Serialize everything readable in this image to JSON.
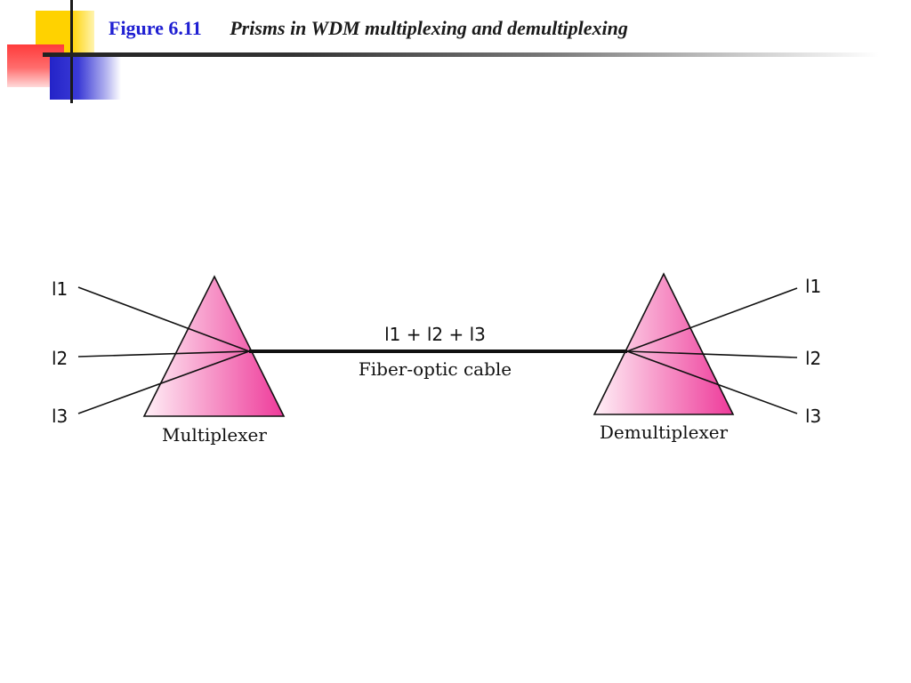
{
  "title": {
    "figure_number": "Figure 6.11",
    "caption": "Prisms in WDM multiplexing and demultiplexing"
  },
  "diagram": {
    "left_inputs": [
      "l1",
      "l2",
      "l3"
    ],
    "right_outputs": [
      "l1",
      "l2",
      "l3"
    ],
    "combined_signal": "l1 + l2 + l3",
    "cable_label": "Fiber-optic cable",
    "multiplexer_label": "Multiplexer",
    "demultiplexer_label": "Demultiplexer",
    "colors": {
      "prism_dark": "#ee3a9a",
      "prism_light": "#fdeaf4",
      "line": "#111111",
      "figure_number": "#1f1fd2"
    }
  }
}
